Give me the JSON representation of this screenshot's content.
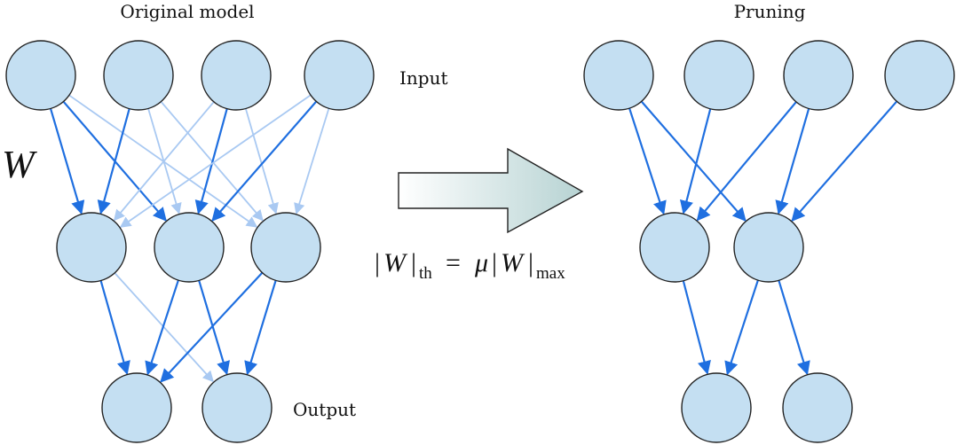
{
  "labels": {
    "left_title": "Original model",
    "right_title": "Pruning",
    "input": "Input",
    "output": "Output",
    "weight_symbol": "W"
  },
  "formula": {
    "lhs_symbol": "W",
    "lhs_subscript": "th",
    "equals": "=",
    "mu": "μ",
    "rhs_symbol": "W",
    "rhs_subscript": "max"
  },
  "colors": {
    "node_fill": "#c4dff2",
    "node_stroke": "#222222",
    "strong_edge": "#1f6fe0",
    "weak_edge": "#a9c9f2",
    "arrow_fill_start": "#ffffff",
    "arrow_fill_end": "#b7d3d3"
  },
  "networks": {
    "original": {
      "layers": [
        4,
        3,
        2
      ],
      "edges": [
        {
          "from": [
            0,
            0
          ],
          "to": [
            1,
            0
          ],
          "strength": "strong"
        },
        {
          "from": [
            0,
            0
          ],
          "to": [
            1,
            1
          ],
          "strength": "strong"
        },
        {
          "from": [
            0,
            0
          ],
          "to": [
            1,
            2
          ],
          "strength": "weak"
        },
        {
          "from": [
            0,
            1
          ],
          "to": [
            1,
            0
          ],
          "strength": "strong"
        },
        {
          "from": [
            0,
            1
          ],
          "to": [
            1,
            1
          ],
          "strength": "weak"
        },
        {
          "from": [
            0,
            1
          ],
          "to": [
            1,
            2
          ],
          "strength": "weak"
        },
        {
          "from": [
            0,
            2
          ],
          "to": [
            1,
            0
          ],
          "strength": "weak"
        },
        {
          "from": [
            0,
            2
          ],
          "to": [
            1,
            1
          ],
          "strength": "strong"
        },
        {
          "from": [
            0,
            2
          ],
          "to": [
            1,
            2
          ],
          "strength": "weak"
        },
        {
          "from": [
            0,
            3
          ],
          "to": [
            1,
            0
          ],
          "strength": "weak"
        },
        {
          "from": [
            0,
            3
          ],
          "to": [
            1,
            1
          ],
          "strength": "strong"
        },
        {
          "from": [
            0,
            3
          ],
          "to": [
            1,
            2
          ],
          "strength": "weak"
        },
        {
          "from": [
            1,
            0
          ],
          "to": [
            2,
            0
          ],
          "strength": "strong"
        },
        {
          "from": [
            1,
            0
          ],
          "to": [
            2,
            1
          ],
          "strength": "weak"
        },
        {
          "from": [
            1,
            1
          ],
          "to": [
            2,
            0
          ],
          "strength": "strong"
        },
        {
          "from": [
            1,
            1
          ],
          "to": [
            2,
            1
          ],
          "strength": "strong"
        },
        {
          "from": [
            1,
            2
          ],
          "to": [
            2,
            0
          ],
          "strength": "strong"
        },
        {
          "from": [
            1,
            2
          ],
          "to": [
            2,
            1
          ],
          "strength": "strong"
        }
      ]
    },
    "pruned": {
      "layers": [
        4,
        2,
        2
      ],
      "edges": [
        {
          "from": [
            0,
            0
          ],
          "to": [
            1,
            0
          ],
          "strength": "strong"
        },
        {
          "from": [
            0,
            0
          ],
          "to": [
            1,
            1
          ],
          "strength": "strong"
        },
        {
          "from": [
            0,
            1
          ],
          "to": [
            1,
            0
          ],
          "strength": "strong"
        },
        {
          "from": [
            0,
            2
          ],
          "to": [
            1,
            0
          ],
          "strength": "strong"
        },
        {
          "from": [
            0,
            2
          ],
          "to": [
            1,
            1
          ],
          "strength": "strong"
        },
        {
          "from": [
            0,
            3
          ],
          "to": [
            1,
            1
          ],
          "strength": "strong"
        },
        {
          "from": [
            1,
            0
          ],
          "to": [
            2,
            0
          ],
          "strength": "strong"
        },
        {
          "from": [
            1,
            1
          ],
          "to": [
            2,
            0
          ],
          "strength": "strong"
        },
        {
          "from": [
            1,
            1
          ],
          "to": [
            2,
            1
          ],
          "strength": "strong"
        }
      ]
    }
  }
}
